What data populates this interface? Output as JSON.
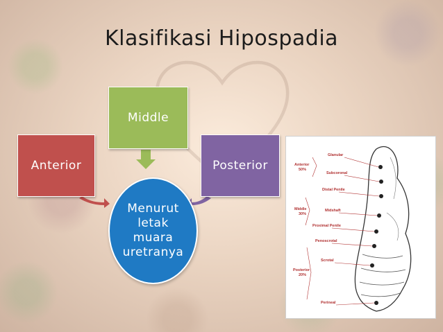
{
  "title": "Klasifikasi Hipospadia",
  "diagram": {
    "left": "Anterior",
    "top": "Middle",
    "right": "Posterior",
    "center": "Menurut\nletak\nmuara\nuretranya"
  },
  "colors": {
    "anterior": "#c0504d",
    "middle": "#9bbb59",
    "posterior": "#8064a2",
    "center": "#1f7ac4"
  },
  "figure": {
    "groups": [
      {
        "name": "Anterior",
        "pct": "50%"
      },
      {
        "name": "Middle",
        "pct": "30%"
      },
      {
        "name": "Posterior",
        "pct": "20%"
      }
    ],
    "locations": [
      "Glanular",
      "Subcoronal",
      "Distal Penile",
      "Midshaft",
      "Proximal Penile",
      "Penoscrotal",
      "Scrotal",
      "Perineal"
    ]
  }
}
